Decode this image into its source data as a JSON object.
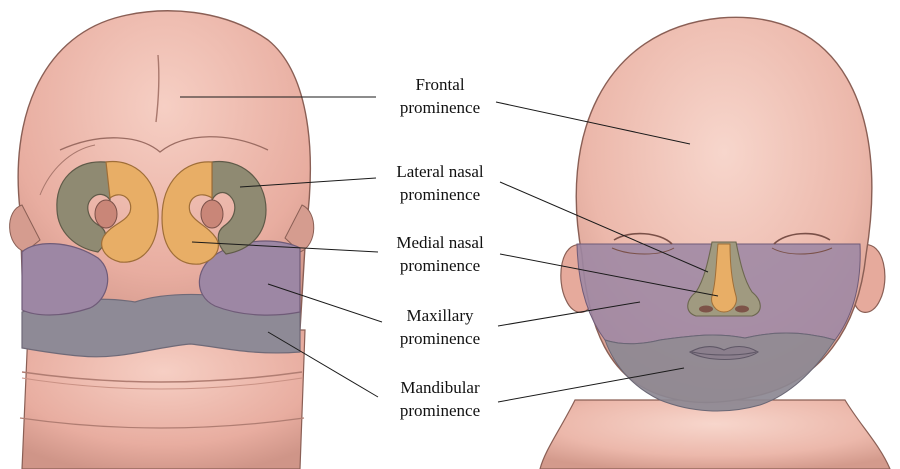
{
  "labels": {
    "frontal": [
      "Frontal",
      "prominence"
    ],
    "lateral_nasal": [
      "Lateral nasal",
      "prominence"
    ],
    "medial_nasal": [
      "Medial nasal",
      "prominence"
    ],
    "maxillary": [
      "Maxillary",
      "prominence"
    ],
    "mandibular": [
      "Mandibular",
      "prominence"
    ]
  },
  "colors": {
    "skin": "#eab3a6",
    "skin_shadow": "#c98d80",
    "frontal_embryo": "#efb6a9",
    "lateral_nasal": "#8f8a72",
    "medial_nasal": "#e8ae66",
    "maxillary": "#9d87a4",
    "mandibular": "#8c8893",
    "outline": "#7a5a52"
  }
}
